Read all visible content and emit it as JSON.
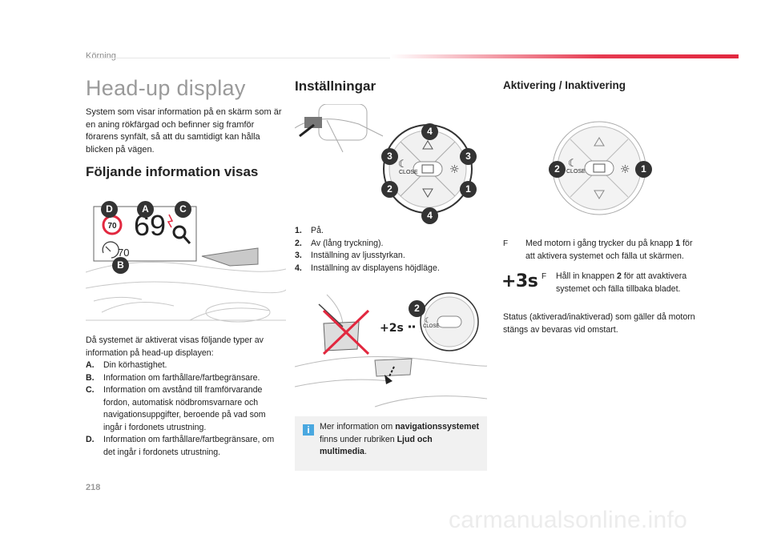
{
  "header": {
    "section": "Körning"
  },
  "col1": {
    "title": "Head-up display",
    "intro": "System som visar information på en skärm som är en aning rökfärgad och befinner sig framför förarens synfält, så att du samtidigt kan hålla blicken på vägen.",
    "subtitle": "Följande information visas",
    "hud": {
      "speed": "69",
      "limit": "70",
      "cruise": "70",
      "callouts": [
        "D",
        "A",
        "C",
        "B"
      ]
    },
    "description": "Då systemet är aktiverat visas följande typer av information på head-up displayen:",
    "items": [
      {
        "key": "A.",
        "text": "Din körhastighet."
      },
      {
        "key": "B.",
        "text": "Information om farthållare/fartbegränsare."
      },
      {
        "key": "C.",
        "text": "Information om avstånd till framförvarande fordon, automatisk nödbromsvarnare och navigationsuppgifter, beroende på vad som ingår i fordonets utrustning."
      },
      {
        "key": "D.",
        "text": "Information om farthållare/fartbegränsare, om det ingår i fordonets utrustning."
      }
    ]
  },
  "col2": {
    "title": "Inställningar",
    "dial": {
      "close": "CLOSE",
      "numbers": [
        "4",
        "3",
        "3",
        "2",
        "1",
        "4"
      ]
    },
    "items": [
      {
        "key": "1.",
        "text": "På."
      },
      {
        "key": "2.",
        "text": "Av (lång tryckning)."
      },
      {
        "key": "3.",
        "text": "Inställning av ljusstyrkan."
      },
      {
        "key": "4.",
        "text": "Inställning av displayens höjdläge."
      }
    ],
    "press_label": "+2s",
    "press_number": "2",
    "info": {
      "icon": "i",
      "pre": "Mer information om ",
      "bold1": "navigationssystemet",
      "mid": " finns under rubriken ",
      "bold2": "Ljud och multimedia",
      "post": "."
    }
  },
  "col3": {
    "title": "Aktivering / Inaktivering",
    "dial": {
      "close": "CLOSE",
      "left_num": "2",
      "right_num": "1"
    },
    "bullet1": {
      "marker": "F",
      "pre": "Med motorn i gång trycker du på knapp ",
      "bold": "1",
      "post": " för att aktivera systemet och fälla ut skärmen."
    },
    "press_label": "+3s",
    "bullet2": {
      "marker": "F",
      "pre": "Håll in knappen ",
      "bold": "2",
      "post": " för att avaktivera systemet och fälla tillbaka bladet."
    },
    "status": "Status (aktiverad/inaktiverad) som gäller då motorn stängs av bevaras vid omstart."
  },
  "footer": {
    "page": "218",
    "watermark": "carmanualsonline.info"
  }
}
